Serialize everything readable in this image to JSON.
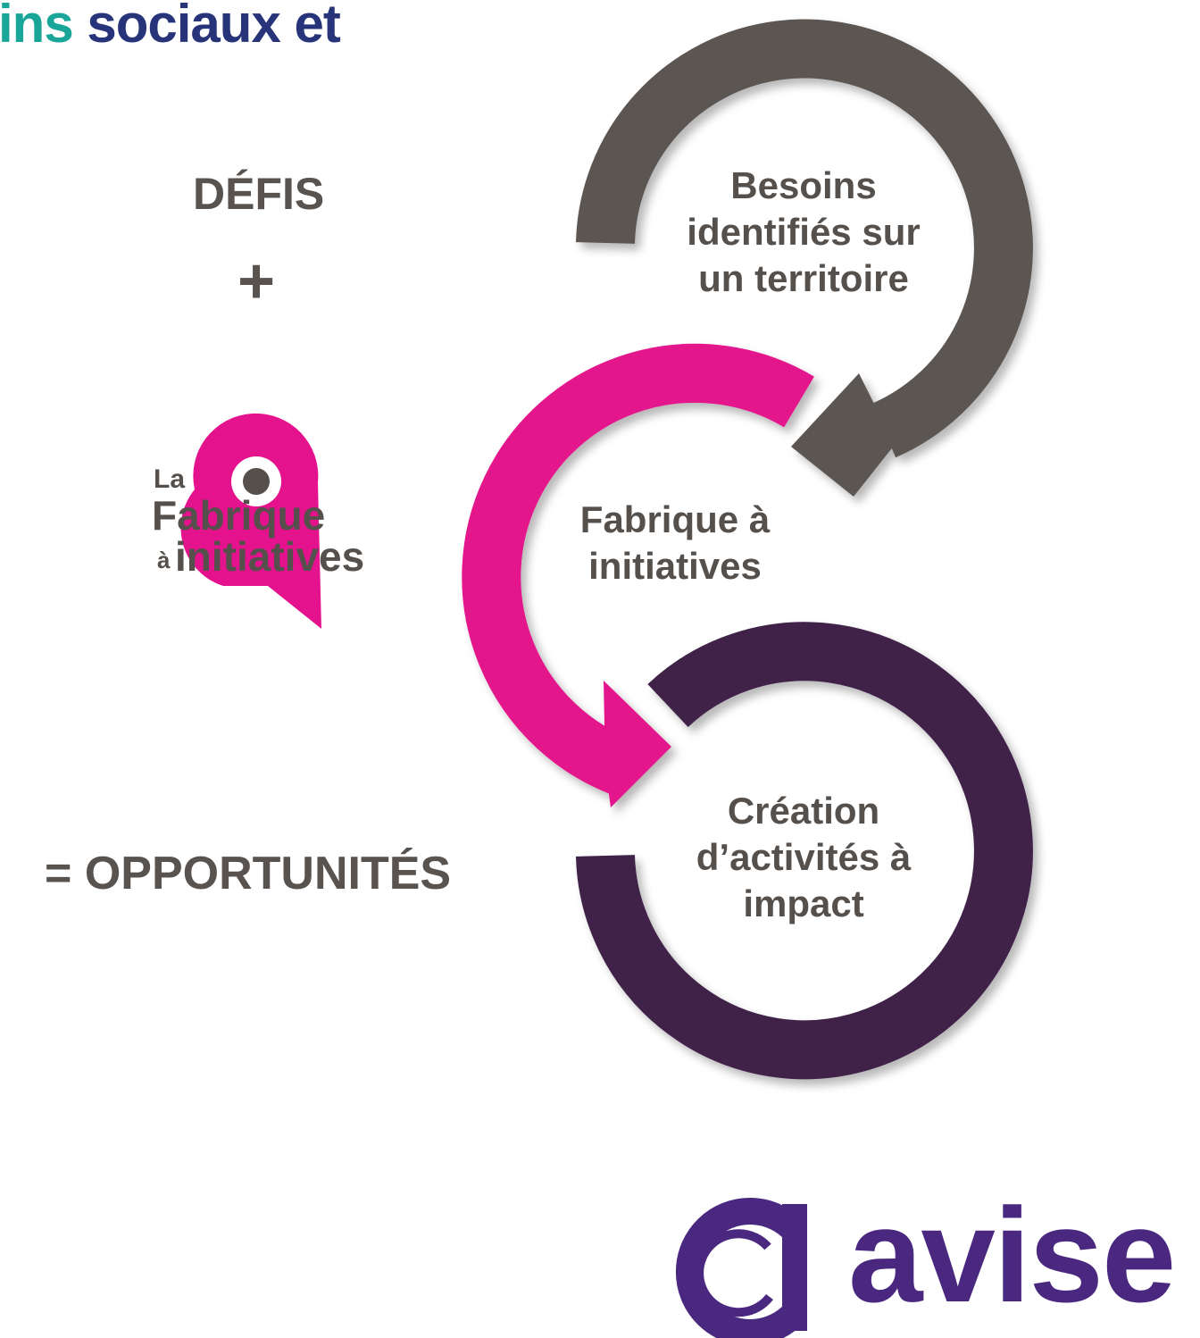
{
  "header": {
    "title_part1": "ins",
    "title_part2": "sociaux et"
  },
  "left": {
    "defis": "DÉFIS",
    "plus": "+",
    "opportunites": "= OPPORTUNITÉS"
  },
  "fabrique_logo": {
    "la": "La",
    "fabrique": "Fabrique",
    "a": "à",
    "initiatives": "initiatives"
  },
  "loops": [
    {
      "label": "Besoins identifiés sur un territoire",
      "lines": [
        "Besoins",
        "identifiés sur",
        "un territoire"
      ],
      "color": "#5b5653"
    },
    {
      "label": "Fabrique à initiatives",
      "lines": [
        "Fabrique à",
        "initiatives"
      ],
      "color": "#e4128c"
    },
    {
      "label": "Création d'activités à impact",
      "lines": [
        "Création",
        "d’activités à",
        "impact"
      ],
      "color": "#3f2349"
    }
  ],
  "brand": {
    "avise": "avise",
    "avise_color": "#4a2880"
  }
}
